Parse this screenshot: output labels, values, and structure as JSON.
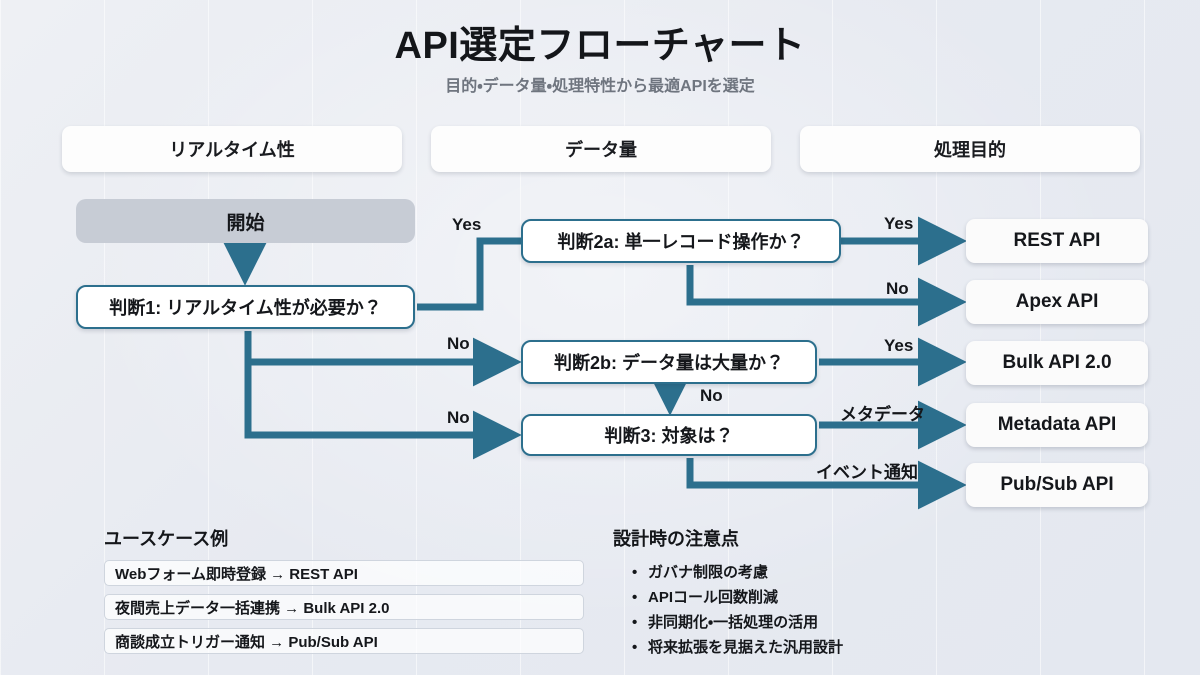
{
  "header": {
    "title": "API選定フローチャート",
    "subtitle": "目的・データ量・処理特性から最適APIを選定"
  },
  "columns": [
    {
      "label": "リアルタイム性"
    },
    {
      "label": "データ量"
    },
    {
      "label": "処理目的"
    }
  ],
  "nodes": {
    "start": "開始",
    "decision1": "判断1: リアルタイム性が必要か？",
    "decision2a": "判断2a: 単一レコード操作か？",
    "decision2b": "判断2b: データ量は大量か？",
    "decision3": "判断3: 対象は？",
    "rest": "REST API",
    "apex": "Apex API",
    "bulk": "Bulk API 2.0",
    "metadata": "Metadata API",
    "pubsub": "Pub/Sub API"
  },
  "edges": {
    "yes1": "Yes",
    "no1a": "No",
    "no1b": "No",
    "yes2a": "Yes",
    "no2a": "No",
    "yes2b": "Yes",
    "no2b": "No",
    "metadata": "メタデータ",
    "event": "イベント通知"
  },
  "usecases": {
    "title": "ユースケース例",
    "items": [
      "Webフォーム即時登録 → REST API",
      "夜間売上データ一括連携 → Bulk API 2.0",
      "商談成立トリガー通知 → Pub/Sub API"
    ]
  },
  "notes": {
    "title": "設計時の注意点",
    "items": [
      "ガバナ制限の考慮",
      "APIコール回数削減",
      "非同期化・一括処理の活用",
      "将来拡張を見据えた汎用設計"
    ]
  },
  "colors": {
    "background": "#e9ecf2",
    "connector": "#2c6f8d",
    "decision_border": "#2c6f8d",
    "start_fill": "#c7ccd5",
    "node_fill": "#ffffff",
    "title_text": "#14161a",
    "subtitle_text": "#6f757f"
  }
}
